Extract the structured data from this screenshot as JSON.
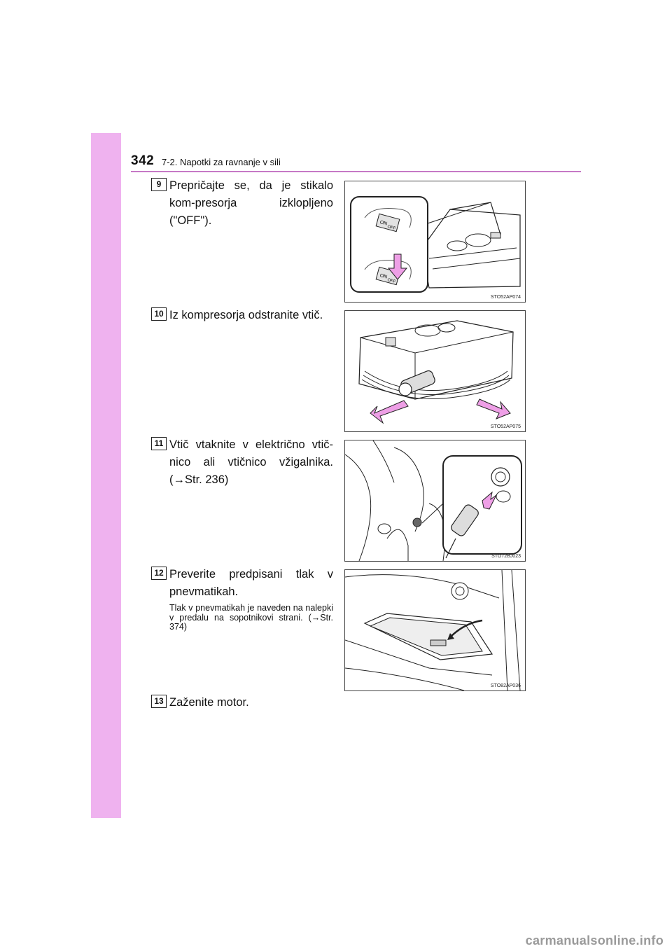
{
  "header": {
    "page_number": "342",
    "section_title": "7-2. Napotki za ravnanje v sili"
  },
  "steps": [
    {
      "badge": "9",
      "text": "Prepričajte se, da je stikalo kom-presorja izklopljeno (\"OFF\").",
      "figure_code": "STO52AP074"
    },
    {
      "badge": "10",
      "text": "Iz kompresorja odstranite vtič.",
      "figure_code": "STO52AP075"
    },
    {
      "badge": "11",
      "text": "Vtič vtaknite v električno vtič-nico ali vtičnico vžigalnika. (→Str. 236)",
      "figure_code": "STO72BJ023"
    },
    {
      "badge": "12",
      "text": "Preverite predpisani tlak v pnevmatikah.",
      "note": "Tlak v pnevmatikah je naveden na nalepki v predalu na sopotnikovi strani. (→Str. 374)",
      "figure_code": "STO82AP036"
    },
    {
      "badge": "13",
      "text": "Zaženite motor."
    }
  ],
  "figure_labels": {
    "on": "ON",
    "off": "OFF"
  },
  "colors": {
    "tab": "#efb2ef",
    "rule": "#c679c6",
    "arrow": "#ee9fe6"
  },
  "watermark": "carmanualsonline.info"
}
